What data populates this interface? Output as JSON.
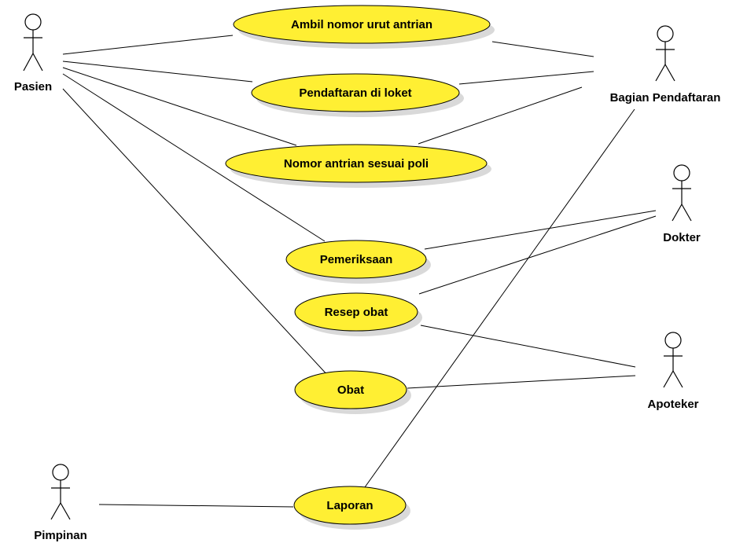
{
  "colors": {
    "use_case_fill": "#ffef33",
    "use_case_stroke": "#000000",
    "use_case_shadow": "#d9d9d9",
    "line": "#000000",
    "background": "#ffffff"
  },
  "actors": {
    "pasien": "Pasien",
    "bagian_pendaftaran": "Bagian Pendaftaran",
    "dokter": "Dokter",
    "apoteker": "Apoteker",
    "pimpinan": "Pimpinan"
  },
  "use_cases": {
    "ambil_nomor": "Ambil nomor urut antrian",
    "pendaftaran_loket": "Pendaftaran di loket",
    "nomor_antrian_poli": "Nomor antrian sesuai poli",
    "pemeriksaan": "Pemeriksaan",
    "resep_obat": "Resep obat",
    "obat": "Obat",
    "laporan": "Laporan"
  },
  "associations": [
    {
      "actor": "Pasien",
      "use_case": "Ambil nomor urut antrian"
    },
    {
      "actor": "Pasien",
      "use_case": "Pendaftaran di loket"
    },
    {
      "actor": "Pasien",
      "use_case": "Nomor antrian sesuai poli"
    },
    {
      "actor": "Pasien",
      "use_case": "Pemeriksaan"
    },
    {
      "actor": "Pasien",
      "use_case": "Obat"
    },
    {
      "actor": "Bagian Pendaftaran",
      "use_case": "Ambil nomor urut antrian"
    },
    {
      "actor": "Bagian Pendaftaran",
      "use_case": "Pendaftaran di loket"
    },
    {
      "actor": "Bagian Pendaftaran",
      "use_case": "Nomor antrian sesuai poli"
    },
    {
      "actor": "Bagian Pendaftaran",
      "use_case": "Laporan"
    },
    {
      "actor": "Dokter",
      "use_case": "Pemeriksaan"
    },
    {
      "actor": "Dokter",
      "use_case": "Resep obat"
    },
    {
      "actor": "Apoteker",
      "use_case": "Resep obat"
    },
    {
      "actor": "Apoteker",
      "use_case": "Obat"
    },
    {
      "actor": "Pimpinan",
      "use_case": "Laporan"
    }
  ]
}
